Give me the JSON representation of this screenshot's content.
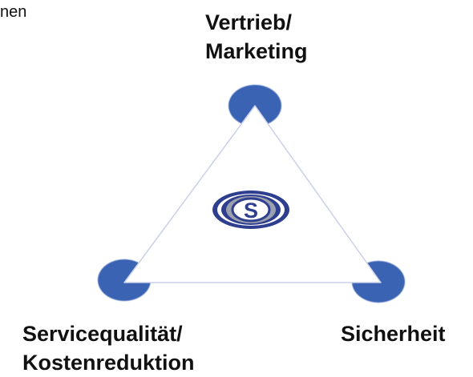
{
  "corner_text": "nen",
  "labels": {
    "top": {
      "line1": "Vertrieb/",
      "line2": "Marketing"
    },
    "bottom_left": {
      "line1": "Servicequalität/",
      "line2": "Kostenreduktion"
    },
    "bottom_right": {
      "line1": "Sicherheit"
    }
  },
  "logo": {
    "letter": "S"
  },
  "colors": {
    "node_blue": "#3b64b4",
    "triangle_stroke": "#c9d0e8",
    "logo_blue": "#2f3f8f",
    "logo_gray": "#9aa0ad"
  }
}
